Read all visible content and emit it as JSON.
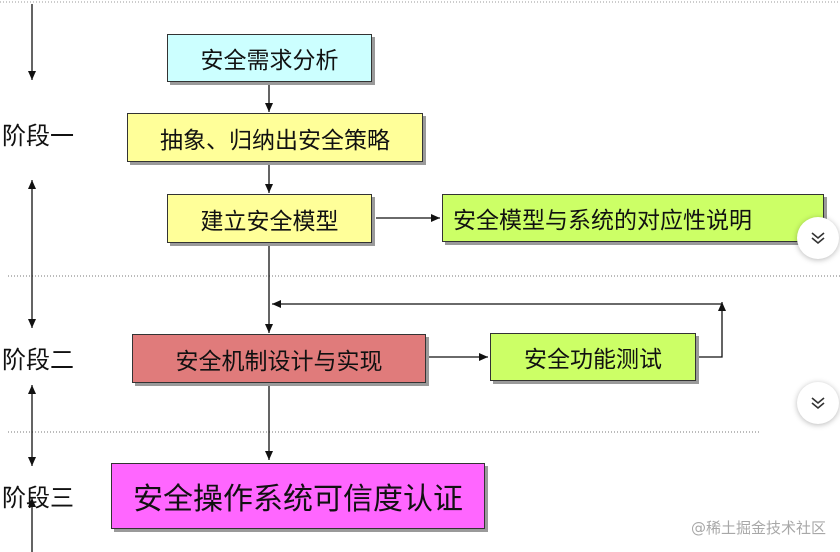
{
  "stages": {
    "one": "阶段一",
    "two": "阶段二",
    "three": "阶段三"
  },
  "nodes": {
    "requirements_analysis": "安全需求分析",
    "abstract_policy": "抽象、归纳出安全策略",
    "build_model": "建立安全模型",
    "model_correspondence": "安全模型与系统的对应性说明",
    "mechanism_design": "安全机制设计与实现",
    "function_test": "安全功能测试",
    "os_certification": "安全操作系统可信度认证"
  },
  "colors": {
    "requirements_analysis": "#ccffff",
    "abstract_policy": "#ffff99",
    "build_model": "#ffff99",
    "model_correspondence": "#ccff66",
    "mechanism_design": "#e07b7b",
    "function_test": "#ccff66",
    "os_certification": "#ff66ff"
  },
  "scroll_buttons": [
    "chevron-down-icon",
    "chevron-down-icon"
  ],
  "watermark": "@稀土掘金技术社区"
}
